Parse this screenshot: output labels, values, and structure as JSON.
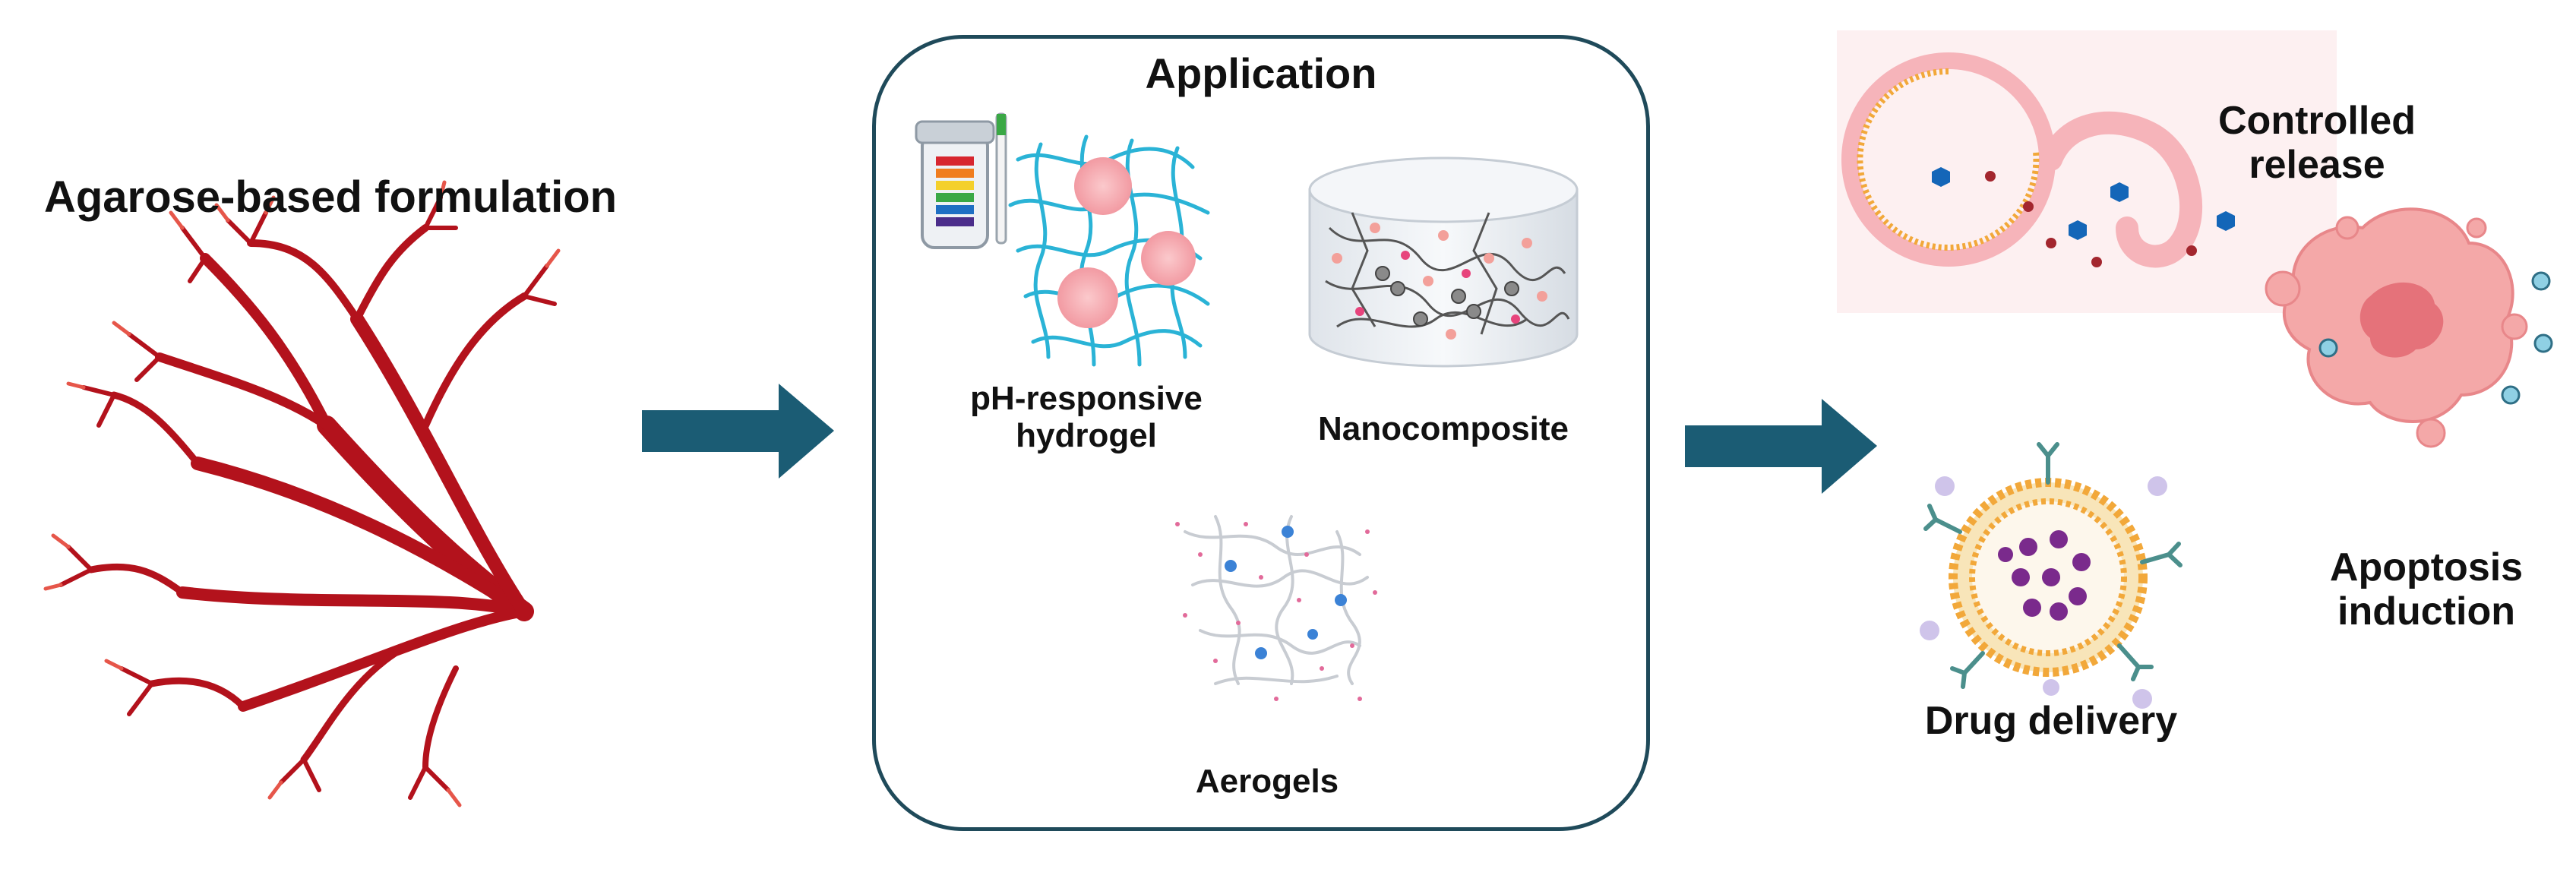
{
  "source": {
    "title": "Agarose-based formulation"
  },
  "application": {
    "title": "Application",
    "items": [
      "pH-responsive\nhydrogel",
      "Nanocomposite",
      "Aerogels"
    ]
  },
  "outcomes": {
    "controlled_release": "Controlled\nrelease",
    "apoptosis": "Apoptosis\ninduction",
    "drug_delivery": "Drug delivery"
  },
  "colors": {
    "arrow": "#1b5c74",
    "box_border": "#1f4a5a",
    "seaweed": "#b3121c",
    "hydrogel_mesh": "#2ab3d6",
    "liposome_shell": "#f2a83a",
    "drug_particle": "#7a2a8c"
  }
}
